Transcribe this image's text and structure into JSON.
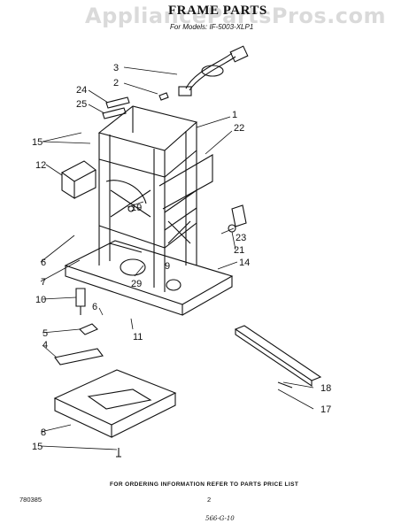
{
  "watermark": "AppliancePartsPros.com",
  "header": {
    "title": "FRAME PARTS",
    "subtitle": "For Models: IF-5003-XLP1"
  },
  "callouts": {
    "c1": "1",
    "c2": "2",
    "c3": "3",
    "c4": "4",
    "c5": "5",
    "c6a": "6",
    "c6b": "6",
    "c7": "7",
    "c8": "8",
    "c9": "9",
    "c10": "10",
    "c11": "11",
    "c12": "12",
    "c14": "14",
    "c15a": "15",
    "c15b": "15",
    "c17": "17",
    "c18": "18",
    "c19": "19",
    "c21": "21",
    "c22": "22",
    "c23": "23",
    "c24": "24",
    "c25": "25",
    "c29": "29"
  },
  "footer": {
    "ordering_note": "FOR ORDERING INFORMATION REFER TO PARTS PRICE LIST",
    "page_number": "2",
    "doc_number": "780385",
    "handwritten": "566-G-10"
  }
}
